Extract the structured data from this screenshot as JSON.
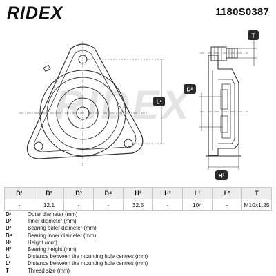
{
  "header": {
    "logo_text": "RIDEX",
    "part_number": "1180S0387"
  },
  "drawing": {
    "callouts": {
      "t": "T",
      "d2": "D²",
      "l1": "L¹",
      "h1": "H¹"
    },
    "watermark": "RIDEX"
  },
  "spec_table": {
    "headers": [
      "D¹",
      "D²",
      "D³",
      "D⁴",
      "H¹",
      "H²",
      "L¹",
      "L²",
      "T"
    ],
    "values": [
      "-",
      "12.1",
      "-",
      "-",
      "32.5",
      "-",
      "104",
      "-",
      "M10x1.25"
    ]
  },
  "legend": [
    {
      "symbol": "D¹",
      "description": "Outer diameter (mm)"
    },
    {
      "symbol": "D²",
      "description": "Inner diameter (mm)"
    },
    {
      "symbol": "D³",
      "description": "Bearing outer diameter (mm)"
    },
    {
      "symbol": "D⁴",
      "description": "Bearing inner diameter (mm)"
    },
    {
      "symbol": "H¹",
      "description": "Height (mm)"
    },
    {
      "symbol": "H²",
      "description": "Bearing height (mm)"
    },
    {
      "symbol": "L¹",
      "description": "Distance between the mounting hole centres (mm)"
    },
    {
      "symbol": "L²",
      "description": "Distance between the mounting hole centres (mm)"
    },
    {
      "symbol": "T",
      "description": "Thread size (mm)"
    }
  ],
  "colors": {
    "badge": "#2a2a2a",
    "line": "#333333",
    "header_bg": "#ececec"
  }
}
